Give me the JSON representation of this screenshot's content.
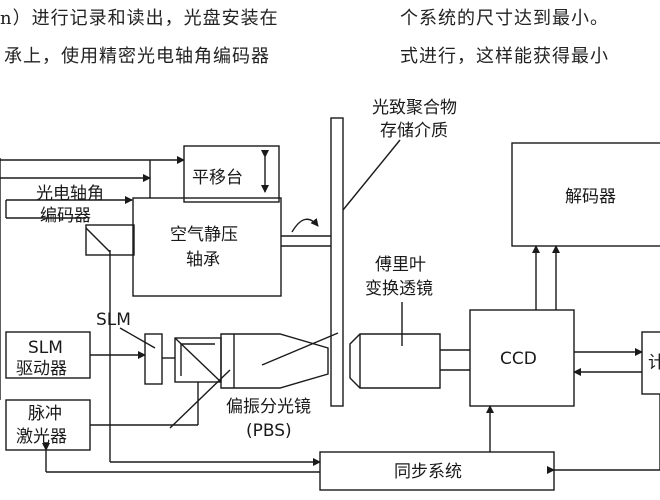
{
  "header": {
    "left_line1": "n）进行记录和读出，光盘安装在",
    "left_line2": "承上，使用精密光电轴角编码器",
    "right_line1": "个系统的尺寸达到最小。",
    "right_line2": "式进行，这样能获得最小"
  },
  "diagram": {
    "medium_label_1": "光致聚合物",
    "medium_label_2": "存储介质",
    "stage": "平移台",
    "encoder_1": "光电轴角",
    "encoder_2": "编码器",
    "bearing_1": "空气静压",
    "bearing_2": "轴承",
    "decoder": "解码器",
    "fourier_1": "傅里叶",
    "fourier_2": "变换透镜",
    "slm": "SLM",
    "slm_driver_1": "SLM",
    "slm_driver_2": "驱动器",
    "laser_1": "脉冲",
    "laser_2": "激光器",
    "pbs_1": "偏振分光镜",
    "pbs_2": "(PBS)",
    "ccd": "CCD",
    "sync": "同步系统",
    "computer_partial": "计"
  }
}
